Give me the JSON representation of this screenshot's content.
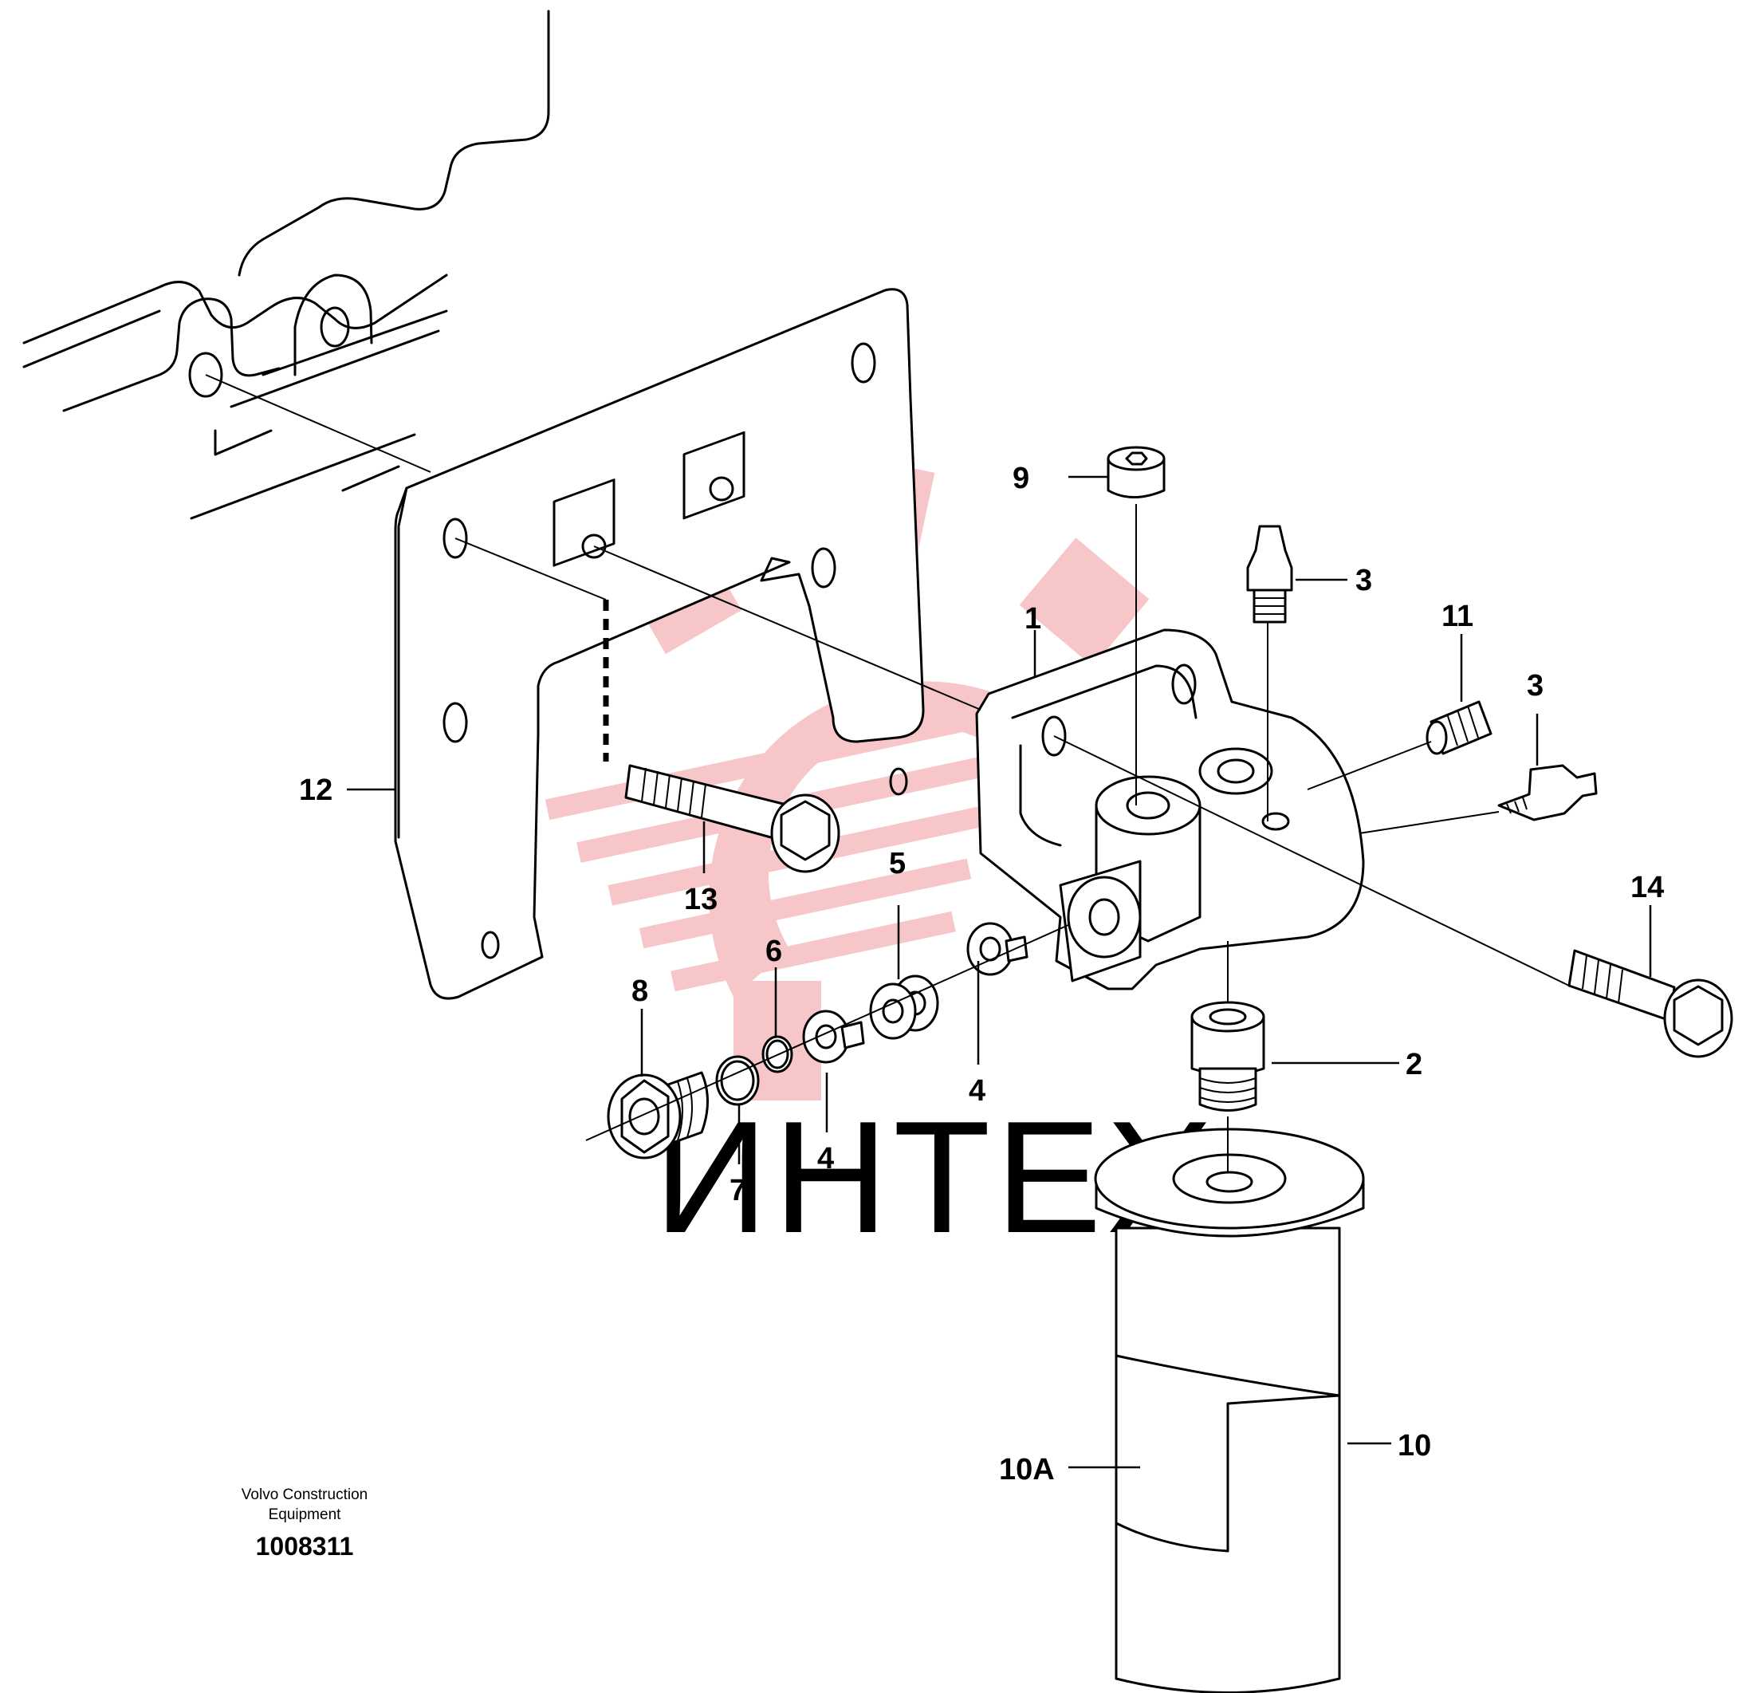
{
  "colors": {
    "line": "#000000",
    "background": "#ffffff",
    "watermark_red": "#f3b3b7",
    "watermark_grey": "#d8d8d8"
  },
  "watermark": {
    "text": "ИНТЕХ",
    "icon": "gear-logo-icon"
  },
  "caption": {
    "line1": "Volvo Construction",
    "line2": "Equipment",
    "drawing_number": "1008311"
  },
  "callouts": [
    {
      "id": "c1",
      "label": "1"
    },
    {
      "id": "c2",
      "label": "2"
    },
    {
      "id": "c3a",
      "label": "3"
    },
    {
      "id": "c3b",
      "label": "3"
    },
    {
      "id": "c4a",
      "label": "4"
    },
    {
      "id": "c4b",
      "label": "4"
    },
    {
      "id": "c5",
      "label": "5"
    },
    {
      "id": "c6",
      "label": "6"
    },
    {
      "id": "c7",
      "label": "7"
    },
    {
      "id": "c8",
      "label": "8"
    },
    {
      "id": "c9",
      "label": "9"
    },
    {
      "id": "c10",
      "label": "10"
    },
    {
      "id": "c10a",
      "label": "10A"
    },
    {
      "id": "c11",
      "label": "11"
    },
    {
      "id": "c12",
      "label": "12"
    },
    {
      "id": "c13",
      "label": "13"
    },
    {
      "id": "c14",
      "label": "14"
    }
  ]
}
